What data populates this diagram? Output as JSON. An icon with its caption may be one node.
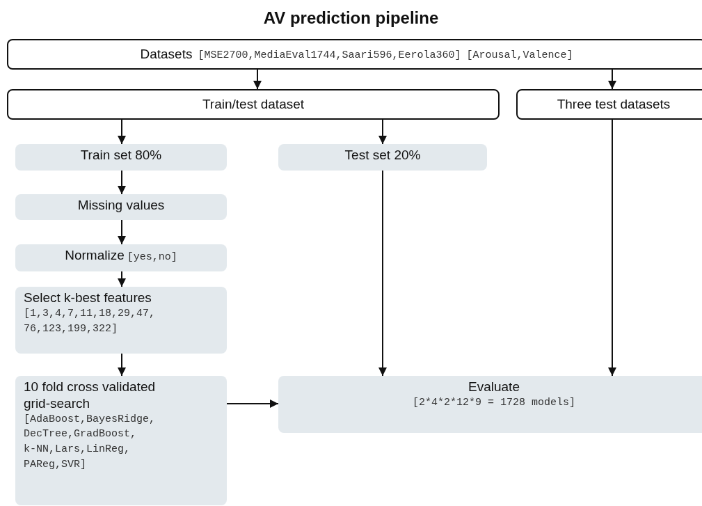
{
  "diagram": {
    "title": "AV prediction pipeline",
    "nodes": [
      {
        "text": [
          "Datasets",
          "[MSE2700,MediaEval1744,Saari596,Eerola360]",
          "[Arousal,Valence]"
        ]
      },
      {
        "text": [
          "Train/test dataset"
        ]
      },
      {
        "text": [
          "Three test datasets"
        ]
      },
      {
        "text": [
          "Train set 80%"
        ]
      },
      {
        "text": [
          "Test set 20%"
        ]
      },
      {
        "text": [
          "Missing values"
        ]
      },
      {
        "text": [
          "Normalize",
          "[yes,no]"
        ]
      },
      {
        "text": [
          "Select k-best features",
          "[1,3,4,7,11,18,29,47, 76,123,199,322]"
        ]
      },
      {
        "text": [
          "10 fold cross validated grid-search",
          "[AdaBoost,BayesRidge, DecTree,GradBoost, k-NN,Lars,LinReg, PAReg,SVR]"
        ]
      },
      {
        "text": [
          "Evaluate",
          "[2*4*2*12*9 = 1728 models]"
        ]
      }
    ],
    "edges": [
      {
        "from": 0,
        "to": 1,
        "arrow": "to"
      },
      {
        "from": 0,
        "to": 2,
        "arrow": "to"
      },
      {
        "from": 1,
        "to": 3,
        "arrow": "to"
      },
      {
        "from": 1,
        "to": 4,
        "arrow": "to"
      },
      {
        "from": 3,
        "to": 5,
        "arrow": "to"
      },
      {
        "from": 5,
        "to": 6,
        "arrow": "to"
      },
      {
        "from": 6,
        "to": 7,
        "arrow": "to"
      },
      {
        "from": 7,
        "to": 8,
        "arrow": "to"
      },
      {
        "from": 8,
        "to": 9,
        "arrow": "to"
      },
      {
        "from": 4,
        "to": 9,
        "arrow": "to"
      },
      {
        "from": 2,
        "to": 9,
        "arrow": "to"
      }
    ]
  }
}
